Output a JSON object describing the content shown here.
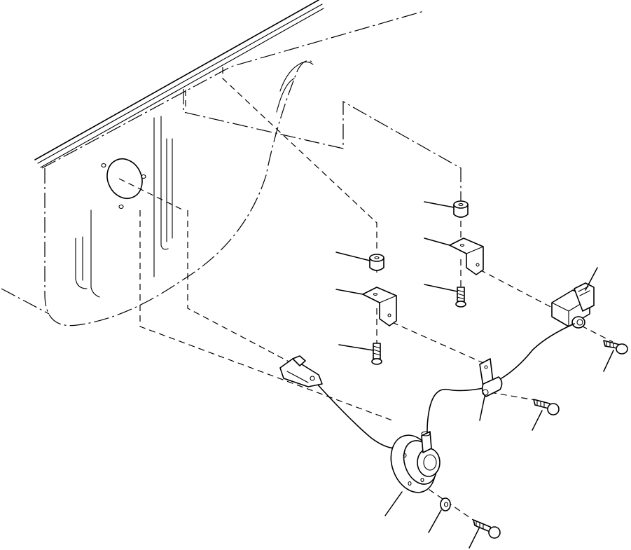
{
  "diagram": {
    "parts": [
      {
        "id": "mounting-panel",
        "icon": "frame-panel"
      },
      {
        "id": "hole-cover-disc",
        "icon": "disc-cover"
      },
      {
        "id": "spacer-upper",
        "icon": "cylindrical-spacer"
      },
      {
        "id": "spacer-lower",
        "icon": "cylindrical-spacer"
      },
      {
        "id": "bracket-upper",
        "icon": "angle-bracket"
      },
      {
        "id": "bracket-lower",
        "icon": "angle-bracket"
      },
      {
        "id": "screw-upper",
        "icon": "screw"
      },
      {
        "id": "screw-lower",
        "icon": "screw"
      },
      {
        "id": "switch-module",
        "icon": "electrical-switch"
      },
      {
        "id": "bolt-switch",
        "icon": "bolt"
      },
      {
        "id": "wire-clip",
        "icon": "clip"
      },
      {
        "id": "bolt-clip",
        "icon": "bolt"
      },
      {
        "id": "harness-plug",
        "icon": "terminal-connector"
      },
      {
        "id": "sensor-flange",
        "icon": "flanged-sensor"
      },
      {
        "id": "washer",
        "icon": "washer"
      },
      {
        "id": "bolt-sensor",
        "icon": "bolt"
      }
    ],
    "callout_count": 13,
    "line_color": "#000000",
    "background": "#ffffff"
  }
}
